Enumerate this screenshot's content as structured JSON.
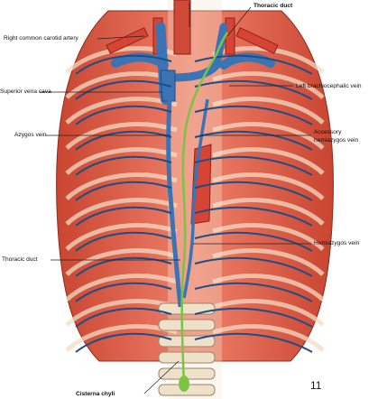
{
  "labels": {
    "thoracic_duct_top": "Thoracic duct",
    "right_common_carotid": "Right common carotid artery",
    "left_brachiocephalic": "Left brachiocephalic vein",
    "superior_vena_cava": "Superior vena cava",
    "azygos_vein": "Azygos vein",
    "accessory_line1": "Accessory",
    "accessory_line2": "hemiazygos vein",
    "hemiazygos_vein": "Hemiazygos vein",
    "thoracic_duct_left": "Thoracic duct",
    "cisterna_chyli": "Cisterna chyli"
  },
  "page_number": "11",
  "colors": {
    "muscle": "#d9573f",
    "muscle_light": "#f08a6c",
    "rib": "#f2dcc4",
    "vein": "#3a74b5",
    "vein_dark": "#1d4e86",
    "artery": "#d64534",
    "duct": "#7bc443",
    "vertebra": "#efe1c9"
  }
}
